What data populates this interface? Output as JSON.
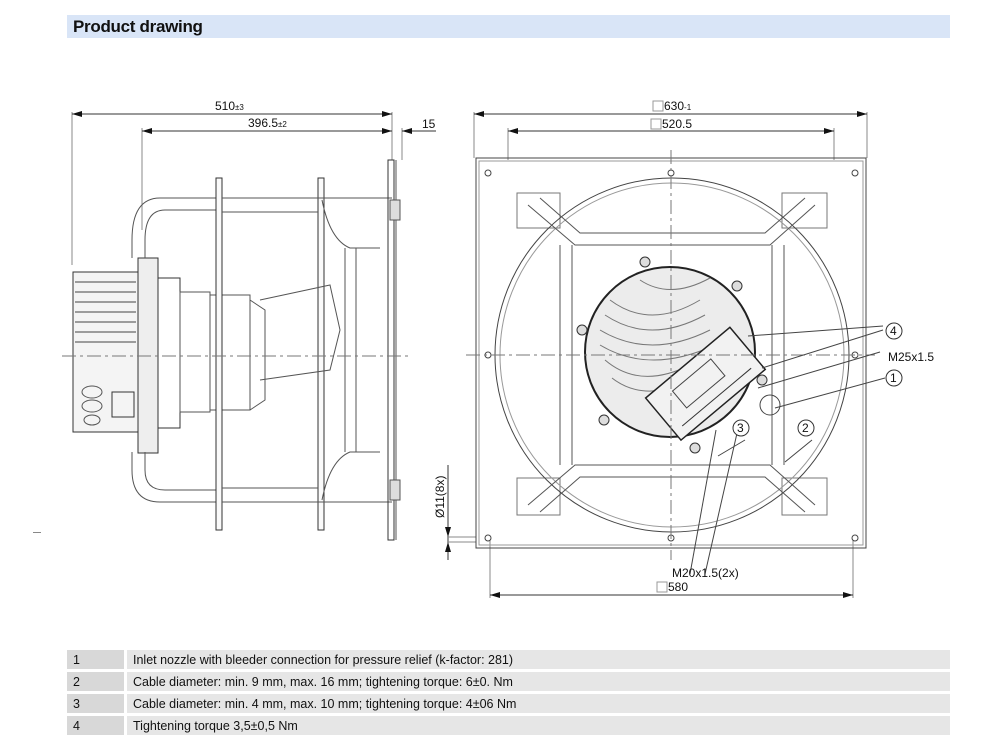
{
  "header": {
    "title": "Product drawing"
  },
  "side_view": {
    "dimensions": {
      "overall_length": {
        "value": "510",
        "tolerance": "±3"
      },
      "inner_length": {
        "value": "396.5",
        "tolerance": "±2"
      },
      "flange_thickness": {
        "value": "15"
      },
      "hole_diameter": "Ø11(8x)"
    }
  },
  "front_view": {
    "dimensions": {
      "outer_square": {
        "value": "630",
        "tolerance": "-1"
      },
      "inner_square": {
        "value": "520.5"
      },
      "bottom_square": {
        "value": "580"
      }
    },
    "labels": {
      "m25": "M25x1.5",
      "m20": "M20x1.5(2x)"
    },
    "callouts": [
      "1",
      "2",
      "3",
      "4"
    ]
  },
  "legend": [
    {
      "num": "1",
      "text": "Inlet nozzle with bleeder connection for pressure relief (k-factor: 281)"
    },
    {
      "num": "2",
      "text": "Cable diameter: min. 9 mm, max. 16 mm; tightening torque: 6±0. Nm"
    },
    {
      "num": "3",
      "text": "Cable diameter: min. 4 mm, max. 10 mm; tightening torque: 4±06 Nm"
    },
    {
      "num": "4",
      "text": "Tightening torque 3,5±0,5 Nm"
    }
  ]
}
